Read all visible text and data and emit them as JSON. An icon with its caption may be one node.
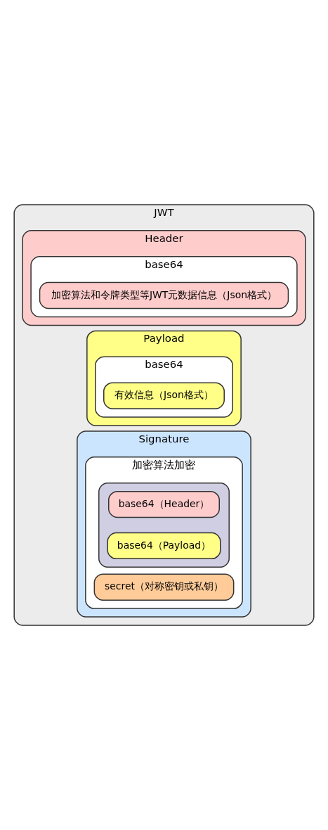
{
  "diagram": {
    "nodes": [
      {
        "text": [
          "JWT"
        ]
      },
      {
        "text": [
          "Header"
        ],
        "in": 0
      },
      {
        "text": [
          "base64"
        ],
        "in": 1
      },
      {
        "text": [
          "加密算法和令牌类型等JWT元数据信息（Json格式）"
        ],
        "in": 2
      },
      {
        "text": [
          "Payload"
        ],
        "in": 0
      },
      {
        "text": [
          "base64"
        ],
        "in": 4
      },
      {
        "text": [
          "有效信息（Json格式）"
        ],
        "in": 5
      },
      {
        "text": [
          "Signature"
        ],
        "in": 0
      },
      {
        "text": [
          "加密算法加密"
        ],
        "in": 7
      },
      {
        "text": [],
        "shape": "box",
        "in": 8
      },
      {
        "text": [
          "base64（Header）"
        ],
        "in": 9
      },
      {
        "text": [
          "base64（Payload）"
        ],
        "in": 9
      },
      {
        "text": [
          "secret（对称密钥或私钥）"
        ],
        "in": 8
      }
    ]
  }
}
